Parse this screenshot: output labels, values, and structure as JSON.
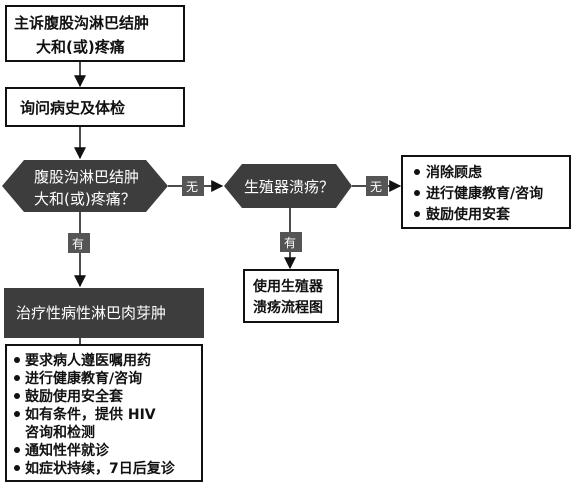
{
  "nodes": {
    "chief_complaint": {
      "line1": "主诉腹股沟淋巴结肿",
      "line2": "大和(或)疼痛"
    },
    "history_exam": {
      "text": "询问病史及体检"
    },
    "decision_ln": {
      "line1": "腹股沟淋巴结肿",
      "line2": "大和(或)疼痛？"
    },
    "decision_ulcer": {
      "text": "生殖器溃疡？"
    },
    "no_no_actions": {
      "items": [
        "消除顾虑",
        "进行健康教育/咨询",
        "鼓励使用安套"
      ]
    },
    "ulcer_flowchart": {
      "line1": "使用生殖器",
      "line2": "溃疡流程图"
    },
    "treatment": {
      "title": "治疗性病性淋巴肉芽肿"
    },
    "treatment_actions": {
      "items": [
        "要求病人遵医嘱用药",
        "进行健康教育/咨询",
        "鼓励使用安全套",
        "如有条件，提供 HIV",
        "咨询和检测",
        "通知性伴就诊",
        "如症状持续，7日后复诊"
      ]
    }
  },
  "labels": {
    "no_1": "无",
    "no_2": "无",
    "yes_1": "有",
    "yes_2": "有"
  },
  "colors": {
    "line": "#111111",
    "dark_fill": "#3d3d3d",
    "label_fill": "#555555"
  }
}
